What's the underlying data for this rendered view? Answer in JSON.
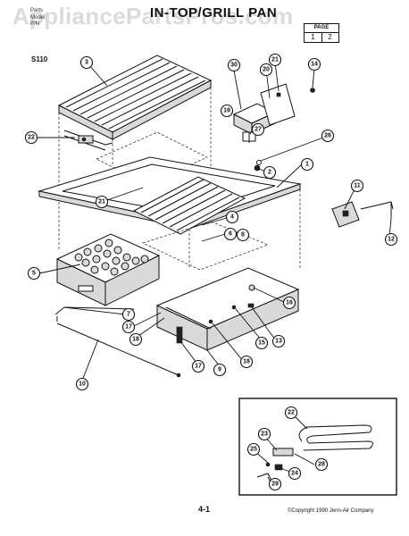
{
  "header": {
    "line1": "Parts",
    "line2": "Model:",
    "line3": "P/N",
    "title": "IN-TOP/GRILL PAN",
    "watermark": "AppliancePartsPros.com"
  },
  "page_box": {
    "label": "PAGE",
    "page": "1",
    "of": "2"
  },
  "model_code": "S110",
  "callouts": [
    "1",
    "2",
    "3",
    "4",
    "5",
    "6",
    "7",
    "8",
    "9",
    "10",
    "11",
    "12",
    "13",
    "14",
    "15",
    "16",
    "17",
    "18",
    "19",
    "20",
    "21",
    "22",
    "23",
    "24",
    "25",
    "26",
    "27",
    "28",
    "29",
    "30"
  ],
  "footer": {
    "page_number": "4-1",
    "copyright": "©Copyright 1990 Jenn-Air Company"
  }
}
